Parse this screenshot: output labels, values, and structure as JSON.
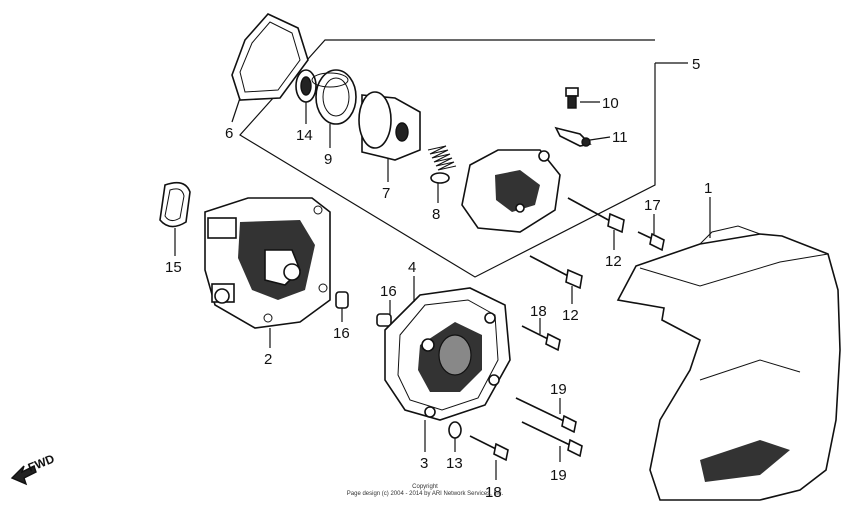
{
  "callouts": {
    "c1": "1",
    "c2": "2",
    "c3": "3",
    "c4": "4",
    "c5": "5",
    "c6": "6",
    "c7": "7",
    "c8": "8",
    "c9": "9",
    "c10": "10",
    "c11": "11",
    "c12a": "12",
    "c12b": "12",
    "c13": "13",
    "c14": "14",
    "c15": "15",
    "c16a": "16",
    "c16b": "16",
    "c17": "17",
    "c18a": "18",
    "c18b": "18",
    "c19a": "19",
    "c19b": "19"
  },
  "fwd_label": "FWD",
  "copyright": {
    "line1": "Copyright",
    "line2": "Page design (c) 2004 - 2014 by ARI Network Services, Inc."
  }
}
